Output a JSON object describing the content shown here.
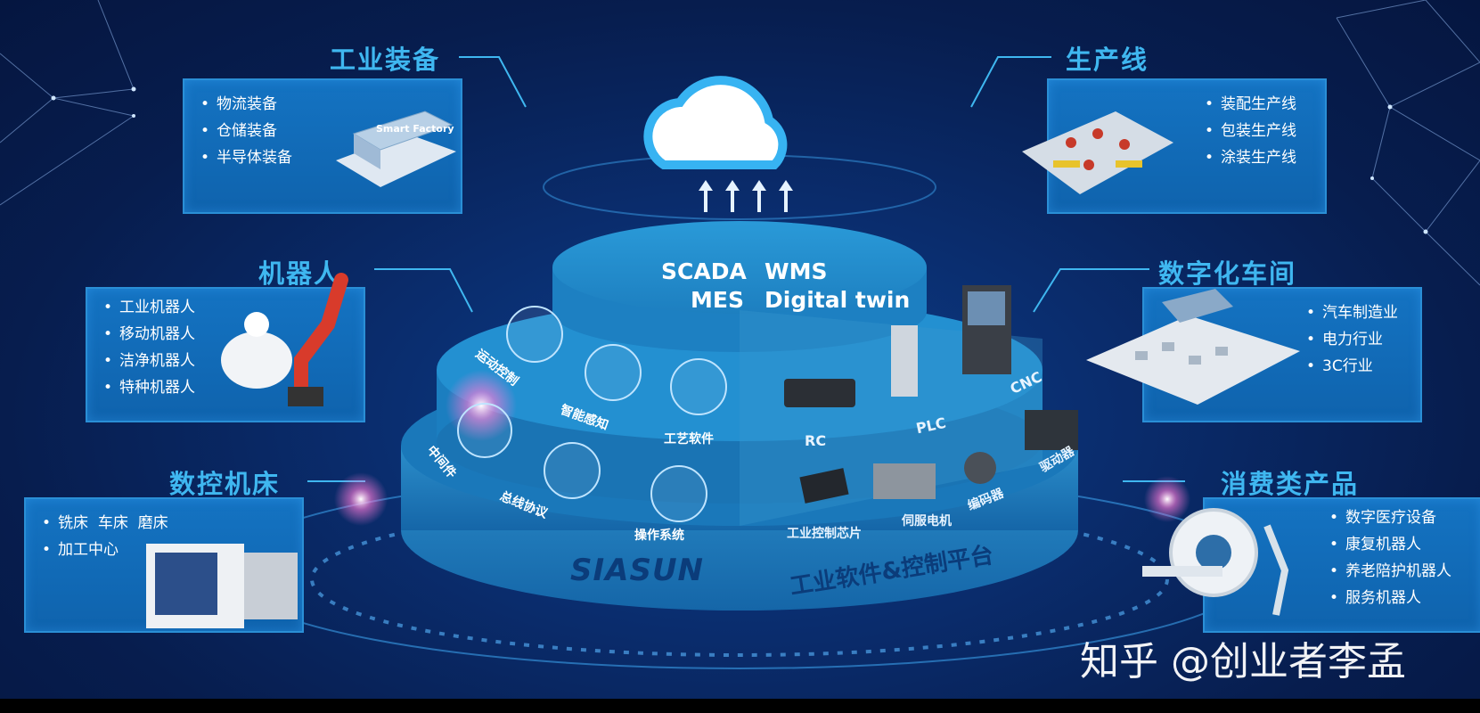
{
  "top_left": {
    "title": "工业装备",
    "items": [
      "物流装备",
      "仓储装备",
      "半导体装备"
    ],
    "image_label": "Smart Factory"
  },
  "top_right": {
    "title": "生产线",
    "items": [
      "装配生产线",
      "包装生产线",
      "涂装生产线"
    ]
  },
  "mid_left": {
    "title": "机器人",
    "items": [
      "工业机器人",
      "移动机器人",
      "洁净机器人",
      "特种机器人"
    ]
  },
  "mid_right": {
    "title": "数字化车间",
    "items": [
      "汽车制造业",
      "电力行业",
      "3C行业"
    ]
  },
  "bottom_left": {
    "title": "数控机床",
    "items": [
      "铣床  车床  磨床",
      "加工中心"
    ]
  },
  "bottom_right": {
    "title": "消费类产品",
    "items": [
      "数字医疗设备",
      "康复机器人",
      "养老陪护机器人",
      "服务机器人"
    ]
  },
  "top_layer": {
    "line1_left": "SCADA",
    "line1_right": "WMS",
    "line2_left": "MES",
    "line2_right": "Digital twin"
  },
  "middle_layer": {
    "software": [
      "运动控制",
      "智能感知",
      "工艺软件"
    ],
    "hardware": [
      "RC",
      "PLC",
      "CNC"
    ]
  },
  "bottom_layer": {
    "software": [
      "中间件",
      "总线协议",
      "操作系统"
    ],
    "hardware": [
      "工业控制芯片",
      "伺服电机",
      "编码器",
      "驱动器"
    ]
  },
  "base": {
    "brand": "SIASUN",
    "platform": "工业软件&控制平台"
  },
  "watermark": "知乎 @创业者李孟",
  "colors": {
    "accent": "#3fb7f0",
    "panel": "#1473c2",
    "disk": "#1f86c9"
  }
}
